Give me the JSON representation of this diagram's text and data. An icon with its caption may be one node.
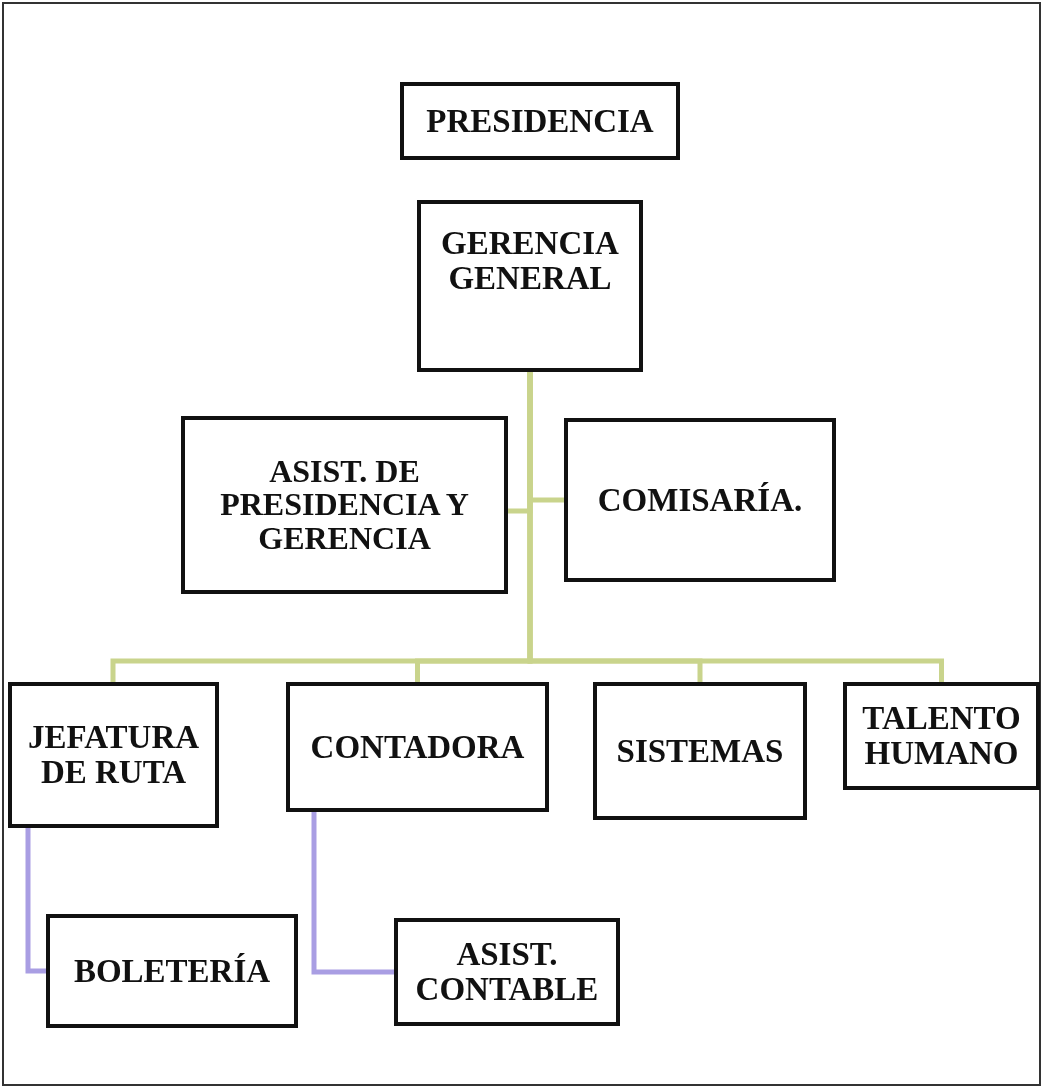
{
  "diagram": {
    "nodes": [
      {
        "text": [
          "PRESIDENCIA"
        ]
      },
      {
        "text": [
          "GERENCIA GENERAL"
        ]
      },
      {
        "text": [
          "ASIST. DE PRESIDENCIA Y GERENCIA"
        ]
      },
      {
        "text": [
          "COMISARÍA."
        ]
      },
      {
        "text": [
          "JEFATURA DE RUTA"
        ]
      },
      {
        "text": [
          "CONTADORA"
        ]
      },
      {
        "text": [
          "SISTEMAS"
        ]
      },
      {
        "text": [
          "TALENTO HUMANO"
        ]
      },
      {
        "text": [
          "BOLETERÍA"
        ]
      },
      {
        "text": [
          "ASIST. CONTABLE"
        ]
      }
    ],
    "edges": [
      {
        "from": 1,
        "to": 2,
        "arrow": "none"
      },
      {
        "from": 1,
        "to": 3,
        "arrow": "none"
      },
      {
        "from": 1,
        "to": 4,
        "arrow": "none"
      },
      {
        "from": 1,
        "to": 5,
        "arrow": "none"
      },
      {
        "from": 1,
        "to": 6,
        "arrow": "none"
      },
      {
        "from": 1,
        "to": 7,
        "arrow": "none"
      },
      {
        "from": 4,
        "to": 8,
        "arrow": "none",
        "color": "#a99ee3"
      },
      {
        "from": 5,
        "to": 9,
        "arrow": "none",
        "color": "#a99ee3"
      }
    ]
  }
}
